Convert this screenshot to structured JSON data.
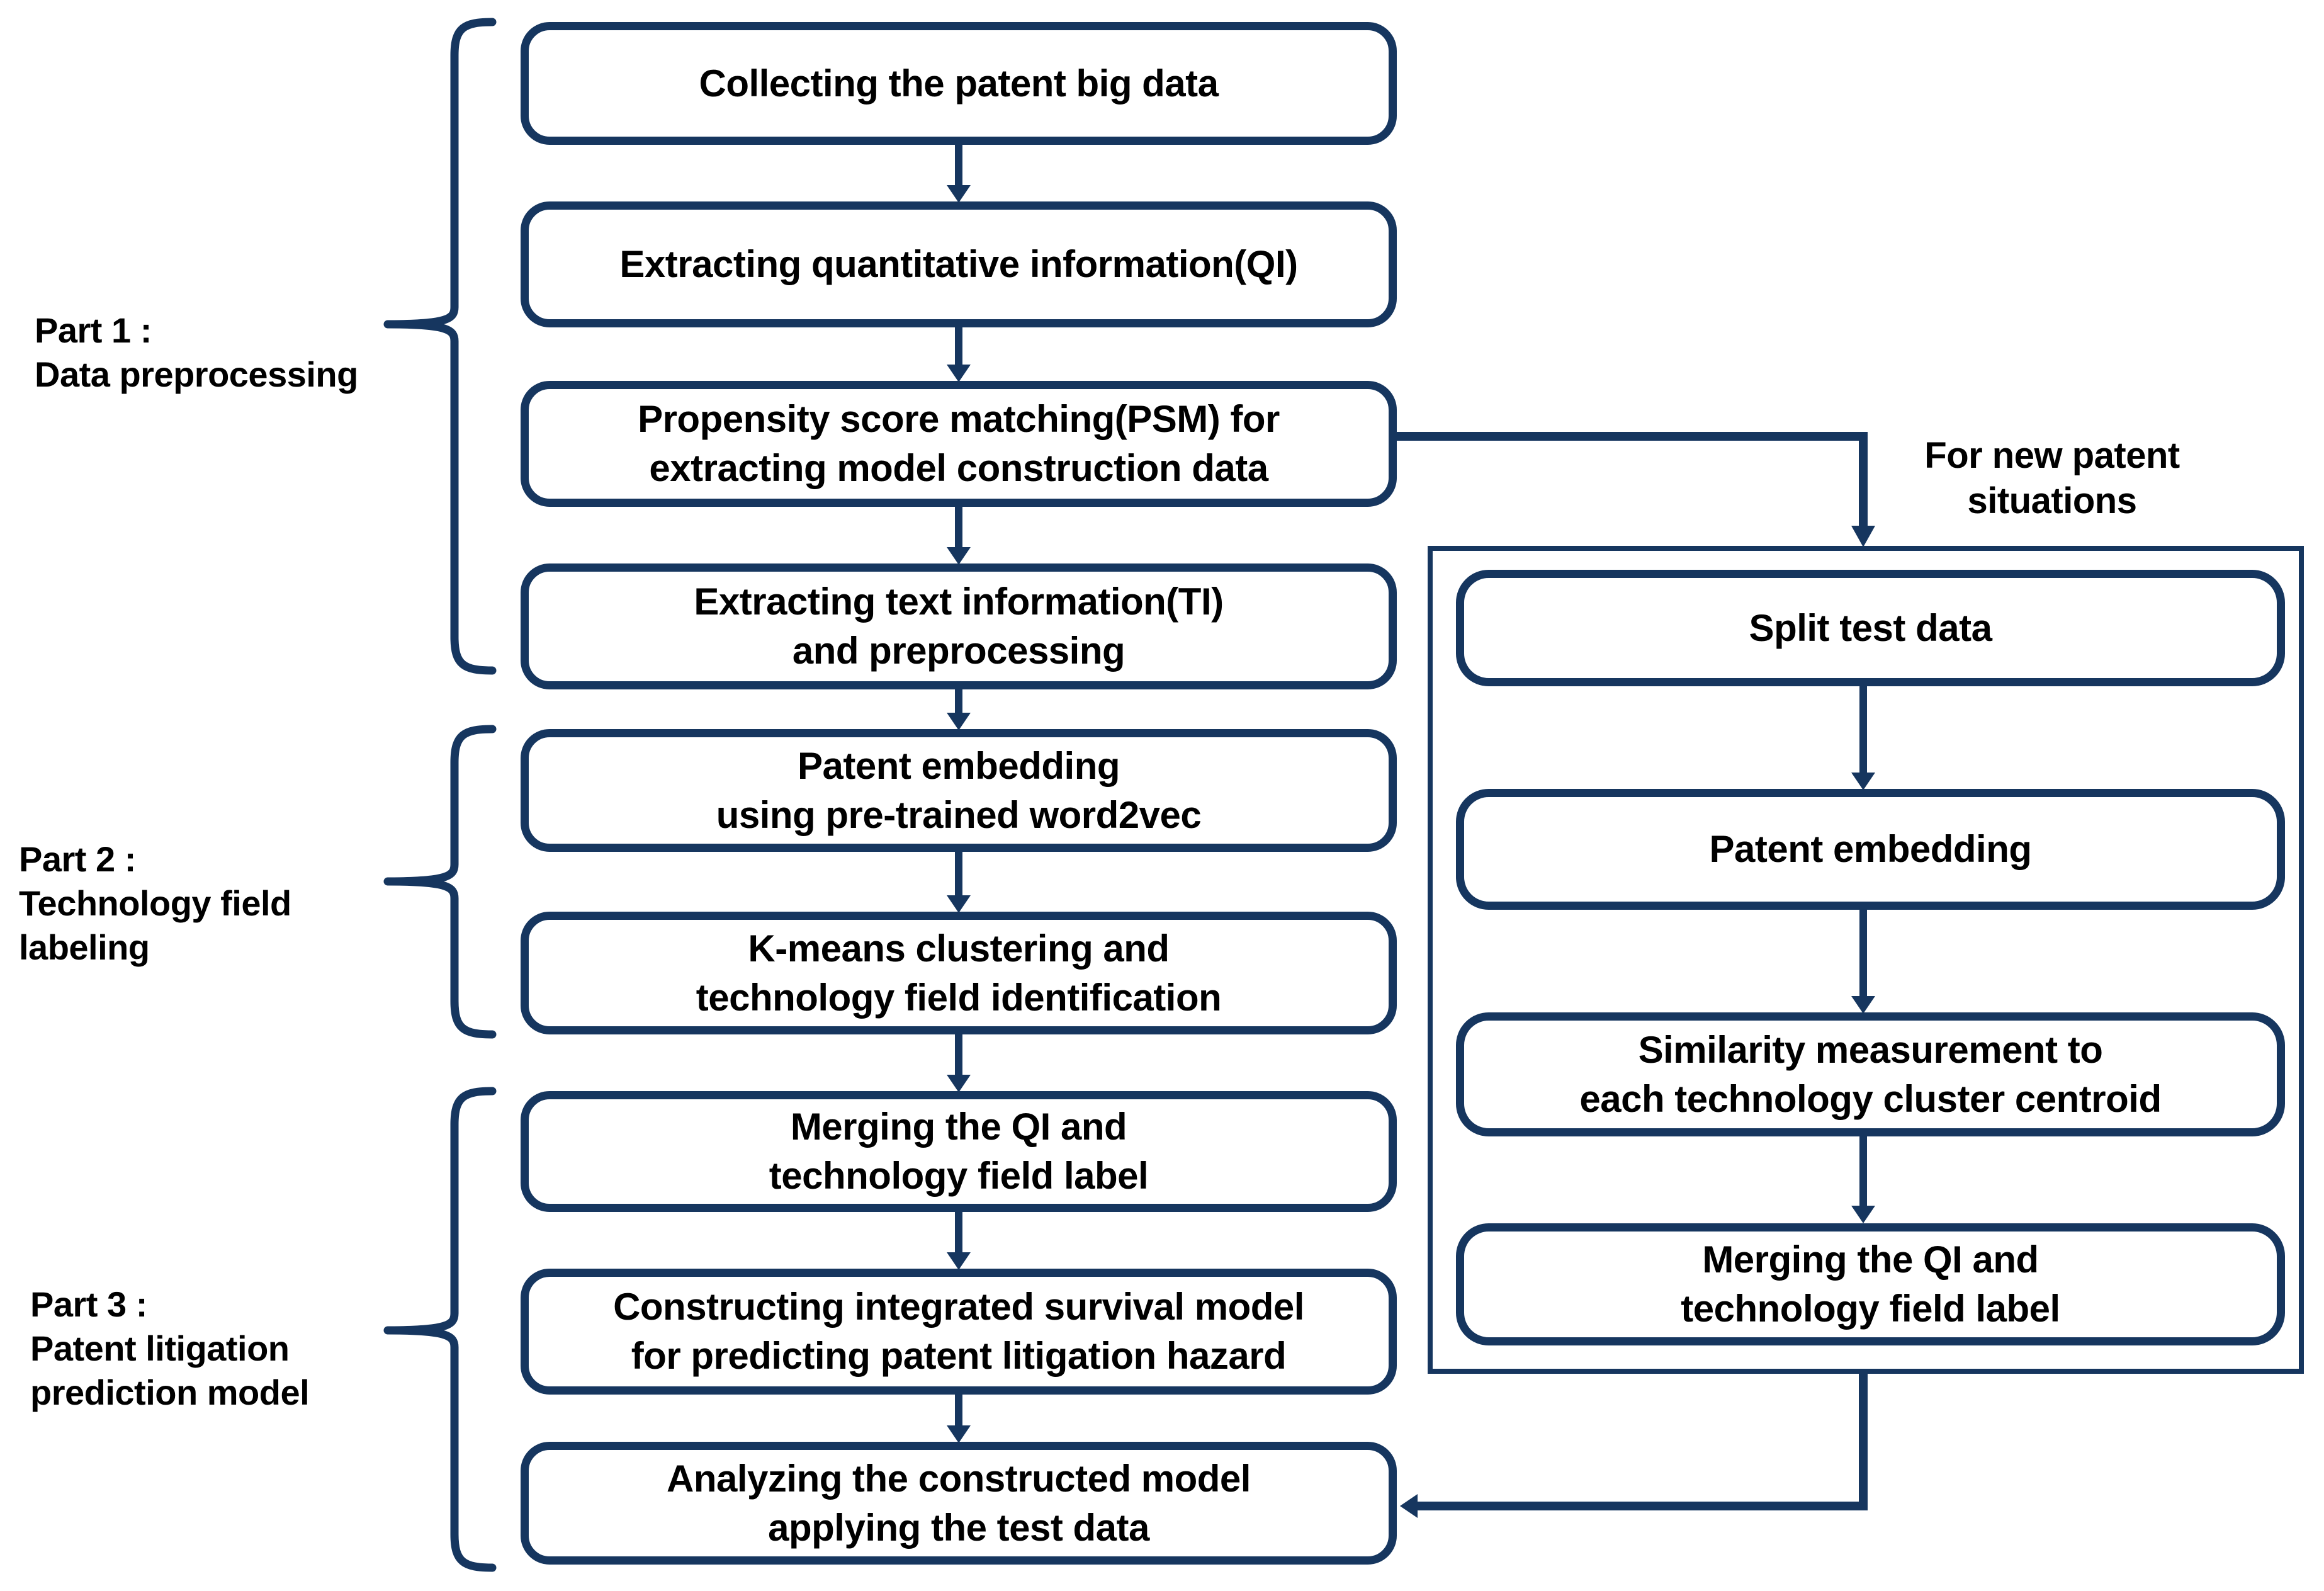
{
  "title": "Patent litigation prediction model flowchart",
  "colors": {
    "navy": "#16365f",
    "text": "#000000",
    "background": "#ffffff"
  },
  "part_labels": [
    {
      "id": "part-1",
      "lines": [
        "Part 1 :",
        "Data preprocessing"
      ]
    },
    {
      "id": "part-2",
      "lines": [
        "Part 2 :",
        "Technology field",
        "labeling"
      ]
    },
    {
      "id": "part-3",
      "lines": [
        "Part 3 :",
        "Patent litigation",
        "prediction model"
      ]
    }
  ],
  "main_flow": [
    {
      "id": "collect",
      "lines": [
        "Collecting the patent big data"
      ]
    },
    {
      "id": "extract-qi",
      "lines": [
        "Extracting quantitative information(QI)"
      ]
    },
    {
      "id": "psm",
      "lines": [
        "Propensity score matching(PSM) for",
        "extracting model construction data"
      ]
    },
    {
      "id": "extract-ti",
      "lines": [
        "Extracting text information(TI)",
        "and preprocessing"
      ]
    },
    {
      "id": "embed-w2v",
      "lines": [
        "Patent embedding",
        "using pre-trained word2vec"
      ]
    },
    {
      "id": "kmeans",
      "lines": [
        "K-means clustering and",
        "technology field identification"
      ]
    },
    {
      "id": "merge-qi",
      "lines": [
        "Merging the QI and",
        "technology field label"
      ]
    },
    {
      "id": "survival",
      "lines": [
        "Constructing integrated survival model",
        "for predicting patent litigation hazard"
      ]
    },
    {
      "id": "analyze",
      "lines": [
        "Analyzing the constructed model",
        "applying the test data"
      ]
    }
  ],
  "side_flow": {
    "annotation_lines": [
      "For new patent",
      "situations"
    ],
    "boxes": [
      {
        "id": "split-test",
        "lines": [
          "Split test data"
        ]
      },
      {
        "id": "embed",
        "lines": [
          "Patent embedding"
        ]
      },
      {
        "id": "similarity",
        "lines": [
          "Similarity measurement to",
          "each technology cluster centroid"
        ]
      },
      {
        "id": "merge-qi-2",
        "lines": [
          "Merging the QI and",
          "technology field label"
        ]
      }
    ]
  }
}
